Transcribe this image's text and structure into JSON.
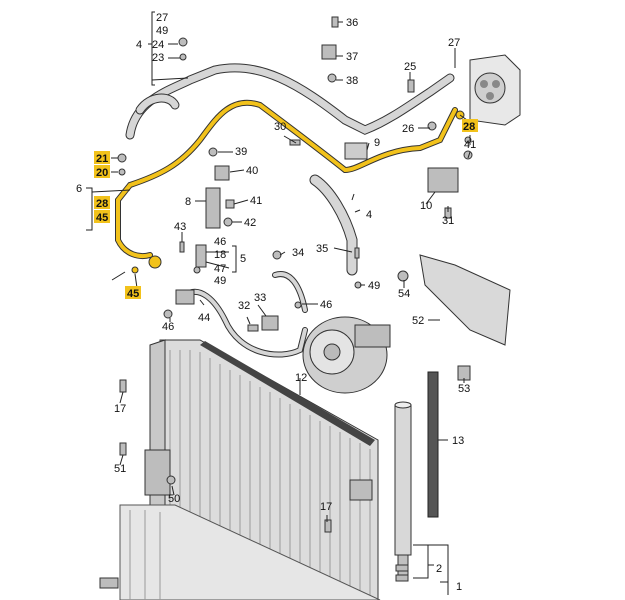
{
  "labels": {
    "l1": "1",
    "l2": "2",
    "l4a": "4",
    "l4b": "4",
    "l5": "5",
    "l6": "6",
    "l8": "8",
    "l9": "9",
    "l10": "10",
    "l12": "12",
    "l13": "13",
    "l17a": "17",
    "l17b": "17",
    "l18": "18",
    "l20": "20",
    "l21": "21",
    "l23": "23",
    "l24": "24",
    "l25": "25",
    "l26": "26",
    "l27a": "27",
    "l27b": "27",
    "l28a": "28",
    "l28b": "28",
    "l30": "30",
    "l31": "31",
    "l32": "32",
    "l33": "33",
    "l34": "34",
    "l35": "35",
    "l36": "36",
    "l37": "37",
    "l38": "38",
    "l39": "39",
    "l40": "40",
    "l41a": "41",
    "l41b": "41",
    "l42": "42",
    "l43": "43",
    "l44": "44",
    "l45a": "45",
    "l45b": "45",
    "l46a": "46",
    "l46b": "46",
    "l46c": "46",
    "l47": "47",
    "l49a": "49",
    "l49b": "49",
    "l50": "50",
    "l51": "51",
    "l52": "52",
    "l53": "53",
    "l54": "54"
  },
  "colors": {
    "highlight": "#f2c21b",
    "line": "#222222",
    "part": "#d9d9d9",
    "partDark": "#a8a8a8"
  }
}
